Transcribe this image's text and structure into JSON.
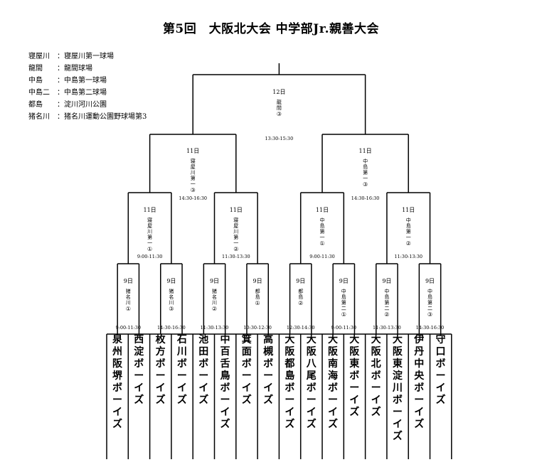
{
  "title": "第5回　大阪北大会 中学部Jr.親善大会",
  "venues": [
    {
      "short": "寝屋川",
      "full": "：寝屋川第一球場"
    },
    {
      "short": "龍間",
      "full": "：龍間球場"
    },
    {
      "short": "中島",
      "full": "：中島第一球場"
    },
    {
      "short": "中島二",
      "full": "：中島第二球場"
    },
    {
      "short": "都島",
      "full": "：淀川河川公園"
    },
    {
      "short": "猪名川",
      "full": "：猪名川運動公園野球場第3"
    }
  ],
  "teams": [
    "泉州阪堺ボーイズ",
    "西淀ボーイズ",
    "枚方ボーイズ",
    "石川ボーイズ",
    "池田ボーイズ",
    "中百舌鳥ボーイズ",
    "箕面ボーイズ",
    "高槻ボーイズ",
    "大阪都島ボーイズ",
    "大阪八尾ボーイズ",
    "大阪南海ボーイズ",
    "大阪東ボーイズ",
    "大阪北ボーイズ",
    "大阪東淀川ボーイズ",
    "伊丹中央ボーイズ",
    "守口ボーイズ"
  ],
  "matches": {
    "r1": [
      {
        "day": "9日",
        "venue": "猪名川",
        "num": "①",
        "time": "9:00-11:30"
      },
      {
        "day": "9日",
        "venue": "猪名川",
        "num": "③",
        "time": "14:30-16:30"
      },
      {
        "day": "9日",
        "venue": "猪名川",
        "num": "②",
        "time": "11:30-13:30"
      },
      {
        "day": "9日",
        "venue": "都島",
        "num": "①",
        "time": "10:30-12:30"
      },
      {
        "day": "9日",
        "venue": "都島",
        "num": "②",
        "time": "12:30-14:30"
      },
      {
        "day": "9日",
        "venue": "中島第二",
        "num": "①",
        "time": "9:00-11:30"
      },
      {
        "day": "9日",
        "venue": "中島第二",
        "num": "②",
        "time": "11:30-13:30"
      },
      {
        "day": "9日",
        "venue": "中島第二",
        "num": "③",
        "time": "14:30-16:30"
      }
    ],
    "r2": [
      {
        "day": "11日",
        "venue": "寝屋川第一",
        "num": "①",
        "time": "9:00-11:30"
      },
      {
        "day": "11日",
        "venue": "寝屋川第一",
        "num": "②",
        "time": "11:30-13:30"
      },
      {
        "day": "11日",
        "venue": "中島第一",
        "num": "①",
        "time": "9:00-11:30"
      },
      {
        "day": "11日",
        "venue": "中島第一",
        "num": "②",
        "time": "11:30-13:30"
      }
    ],
    "r3": [
      {
        "day": "11日",
        "venue": "寝屋川第一",
        "num": "③",
        "time": "14:30-16:30"
      },
      {
        "day": "11日",
        "venue": "中島第一",
        "num": "③",
        "time": "14:30-16:30"
      }
    ],
    "final": {
      "day": "12日",
      "venue": "龍間",
      "num": "③",
      "time": "13:30-15:30"
    }
  }
}
